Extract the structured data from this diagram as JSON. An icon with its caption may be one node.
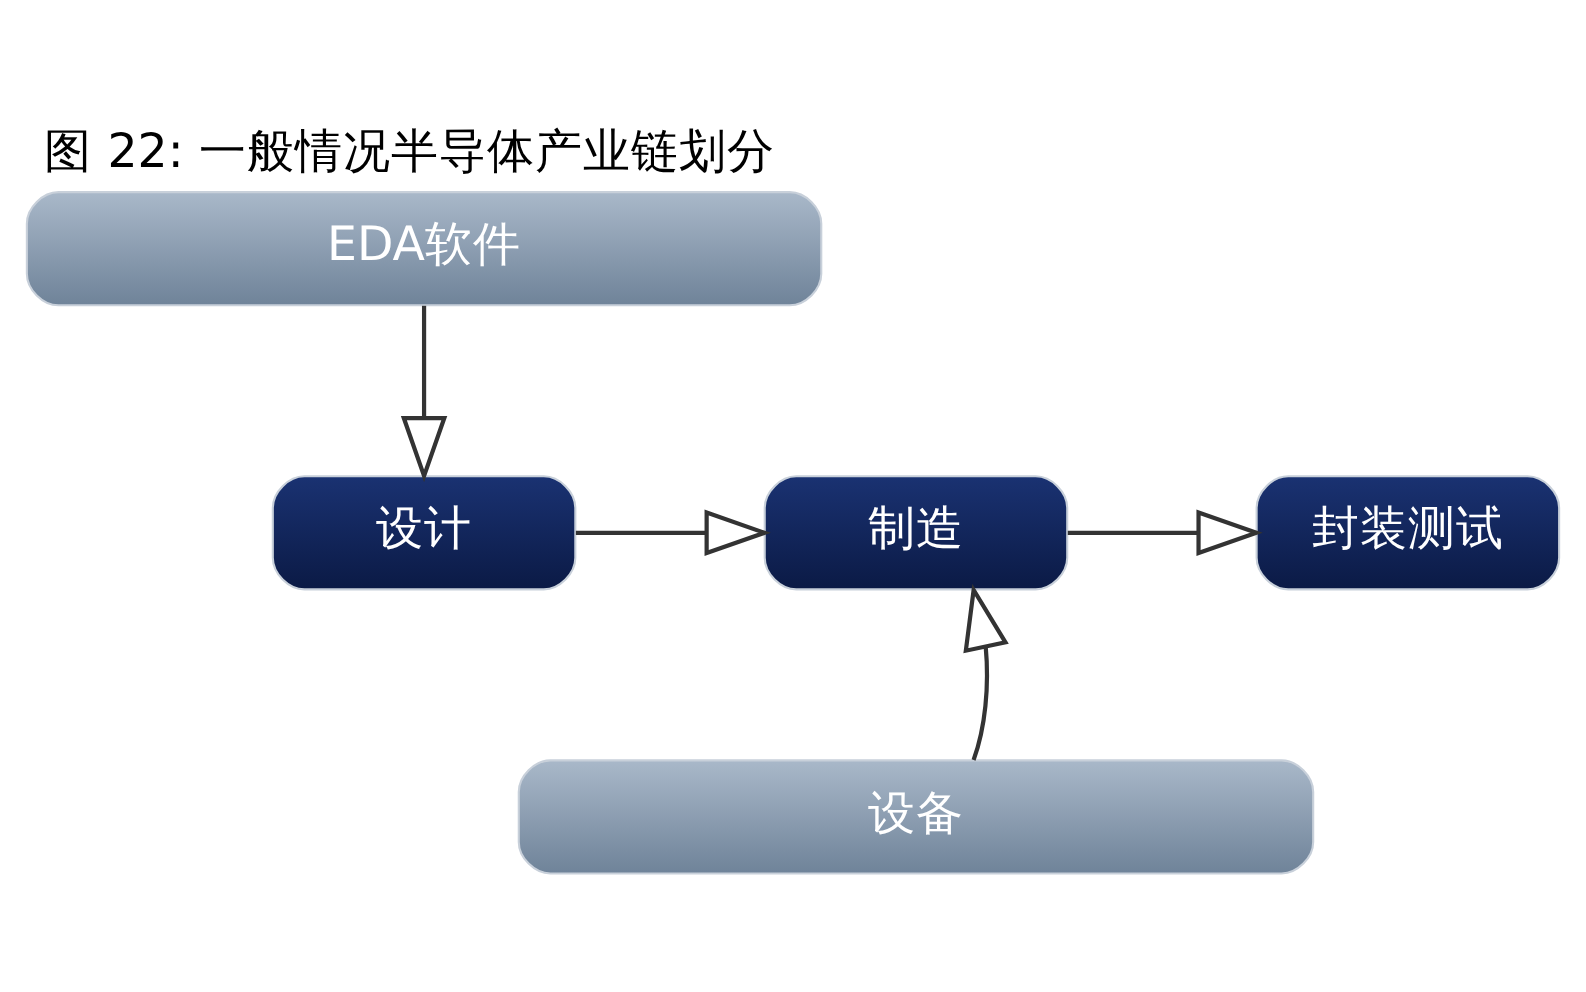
{
  "diagram": {
    "title": "图 22: 一般情况半导体产业链划分",
    "nodes": [
      {
        "text": [
          "EDA软件"
        ]
      },
      {
        "text": [
          "设计"
        ]
      },
      {
        "text": [
          "制造"
        ]
      },
      {
        "text": [
          "封装测试"
        ]
      },
      {
        "text": [
          "设备"
        ]
      }
    ],
    "edges": [
      {
        "from": 0,
        "to": 1,
        "arrow": "to"
      },
      {
        "from": 1,
        "to": 2,
        "arrow": "to"
      },
      {
        "from": 2,
        "to": 3,
        "arrow": "to"
      },
      {
        "from": 4,
        "to": 2,
        "arrow": "to"
      }
    ]
  }
}
